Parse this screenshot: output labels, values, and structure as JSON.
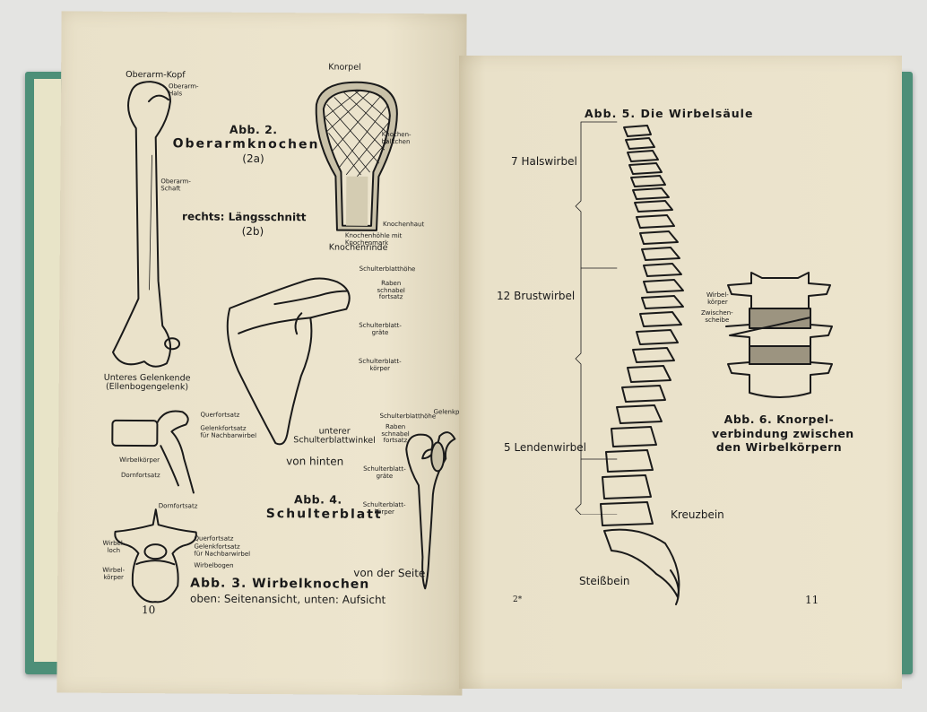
{
  "left_page": {
    "number": "10",
    "fig2": {
      "labels": {
        "oberarm_kopf": "Oberarm-Kopf",
        "oberarm_hals": "Oberarm-\nHals",
        "oberarm_schaft": "Oberarm-\nSchaft",
        "gelenkende": "Unteres Gelenkende\n(Ellenbogengelenk)"
      },
      "caption_title": "Abb. 2.",
      "caption_name": "Oberarmknochen",
      "caption_sub": "(2a)",
      "caption_right": "rechts: Längsschnitt",
      "caption_right_sub": "(2b)"
    },
    "fig2b": {
      "knorpel": "Knorpel",
      "knochenbalkchen": "Knochen-\nbälkchen",
      "knochenhaut": "Knochenhaut",
      "knochenhoehle": "Knochenhöhle mit\nKnochenmark",
      "knochenrinde": "Knochenrinde"
    },
    "fig4": {
      "schulterblatthoehe": "Schulterblatthöhe",
      "rabenschnabel": "Raben\nschnabel\nfortsatz",
      "schulterblattgraete": "Schulterblatt-\ngräte",
      "schulterblattkoerper": "Schulterblatt-\nkörper",
      "unterer_winkel": "unterer\nSchulterblattwinkel",
      "von_hinten": "von hinten",
      "caption_title": "Abb. 4.",
      "caption_name": "Schulterblatt"
    },
    "fig4_side": {
      "schulterblatthoehe": "Schulterblatthöhe",
      "gelenkpfanne": "Gelenkpfanne",
      "rabenschnabel": "Raben\nschnabel\nfortsatz",
      "schulterblattgraete": "Schulterblatt-\ngräte",
      "schulterblattkoerper": "Schulterblatt-\nkörper",
      "von_der_seite": "von der Seite"
    },
    "fig3": {
      "querfortsatz": "Querfortsatz",
      "gelenkfortsatz": "Gelenkfortsatz\nfür Nachbarwirbel",
      "wirbelkoerper": "Wirbelkörper",
      "dornfortsatz": "Dornfortsatz",
      "dornfortsatz_top": "Dornfortsatz",
      "querfortsatz_top": "Querfortsatz",
      "gelenkfortsatz_top": "Gelenkfortsatz\nfür Nachbarwirbel",
      "wirbelloch": "Wirbel-\nloch",
      "wirbelbogen": "Wirbelbogen",
      "wirbelkoerper_top": "Wirbel-\nkörper",
      "caption_title": "Abb. 3. Wirbelknochen",
      "caption_sub": "oben: Seitenansicht, unten: Aufsicht"
    }
  },
  "right_page": {
    "number": "11",
    "signature": "2*",
    "fig5": {
      "caption": "Abb. 5. Die Wirbelsäule",
      "halswirbel": "7 Halswirbel",
      "brustwirbel": "12 Brustwirbel",
      "lendenwirbel": "5 Lendenwirbel",
      "kreuzbein": "Kreuzbein",
      "steissbein": "Steißbein"
    },
    "fig6": {
      "wirbelkoerper": "Wirbel-\nkörper",
      "zwischenscheibe": "Zwischen-\nscheibe",
      "caption": "Abb. 6. Knorpel-\nverbindung zwischen\nden Wirbelkörpern"
    }
  }
}
